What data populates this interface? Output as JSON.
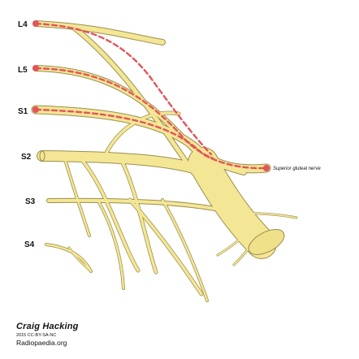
{
  "roots": {
    "l4": "L4",
    "l5": "L5",
    "s1": "S1",
    "s2": "S2",
    "s3": "S3",
    "s4": "S4"
  },
  "nerve_label": "Superior gluteal nerve",
  "credit": {
    "author": "Craig Hacking",
    "license": "2015 CC-BY-SA-NC",
    "site": "Radiopaedia.org"
  },
  "colors": {
    "nerve_fill": "#f3e695",
    "nerve_outline": "#9a8e4e",
    "highlight": "#e2555a"
  }
}
